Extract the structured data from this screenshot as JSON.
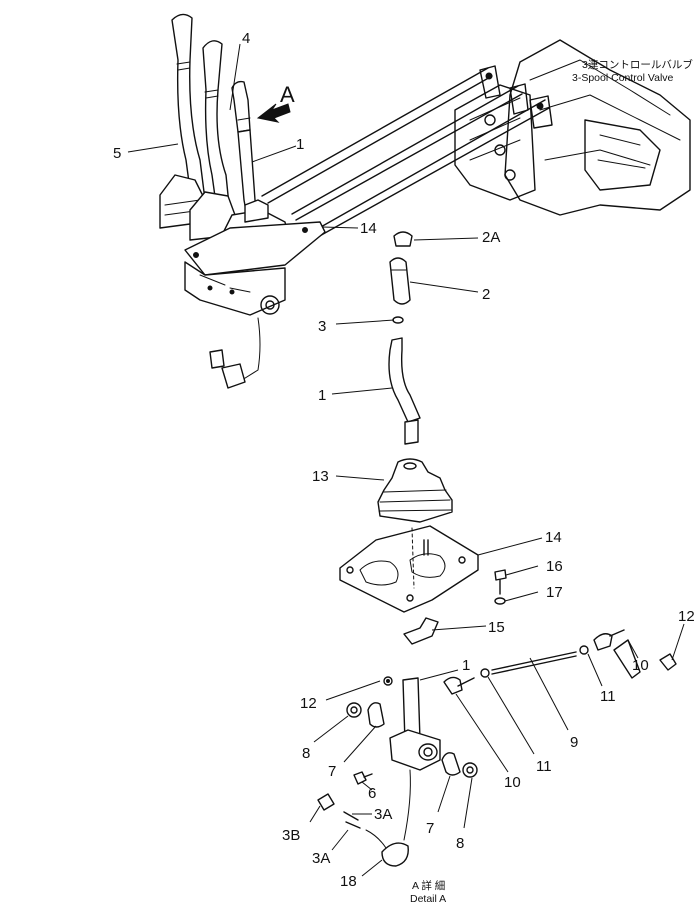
{
  "valve_caption": {
    "jp": "3連コントロールバルブ",
    "en": "3-Spool Control Valve"
  },
  "view_arrow_label": "A",
  "detail_caption": {
    "jp": "A 詳 細",
    "en": "Detail A"
  },
  "part_labels": {
    "lever_main": "1",
    "lever_4": "4",
    "lever_5": "5",
    "plate_top": "14",
    "cap": "2A",
    "knob": "2",
    "washer": "3",
    "lever_exploded": "1",
    "boot": "13",
    "plate_exploded": "14",
    "bolt": "16",
    "washer_bolt": "17",
    "bracket": "15",
    "nut_right": "12",
    "nut_left": "12",
    "rod_end_right": "10",
    "nut_right_lower": "11",
    "rod": "9",
    "nut_mid": "11",
    "rod_end_left": "10",
    "detail_lever": "1",
    "bushing_left_outer": "8",
    "bushing_left_inner": "7",
    "bolt_detail": "6",
    "bushing_right_inner": "7",
    "bushing_right_outer": "8",
    "pin_3a_upper": "3A",
    "pin_3a_lower": "3A",
    "clip": "3B",
    "switch": "18"
  }
}
